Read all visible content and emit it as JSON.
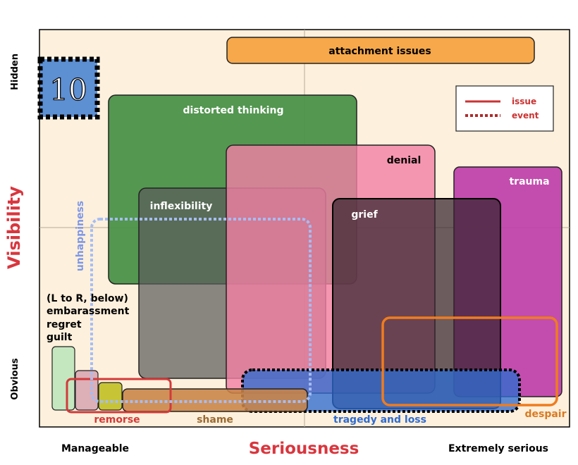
{
  "axes": {
    "x_label": "Seriousness",
    "x_left": "Manageable",
    "x_right": "Extremely serious",
    "y_label": "Visibility",
    "y_top": "Hidden",
    "y_bottom": "Obvious"
  },
  "badge": {
    "number": "10"
  },
  "legend": {
    "issue": "issue",
    "event": "event"
  },
  "regions": {
    "attachment": "attachment issues",
    "distorted": "distorted thinking",
    "denial": "denial",
    "trauma": "trauma",
    "inflexibility": "inflexibility",
    "grief": "grief",
    "unhappiness": "unhappiness",
    "remorse": "remorse",
    "shame": "shame",
    "tragedy": "tragedy and loss",
    "despair": "despair"
  },
  "small_list": {
    "line1": "(L to R, below)",
    "line2": "embarassment",
    "line3": "regret",
    "line4": "guilt"
  },
  "colors": {
    "background": "#fdf0dc",
    "accent_red": "#d9363e",
    "issue_line": "#cc3333",
    "event_line": "#b02a2a"
  }
}
